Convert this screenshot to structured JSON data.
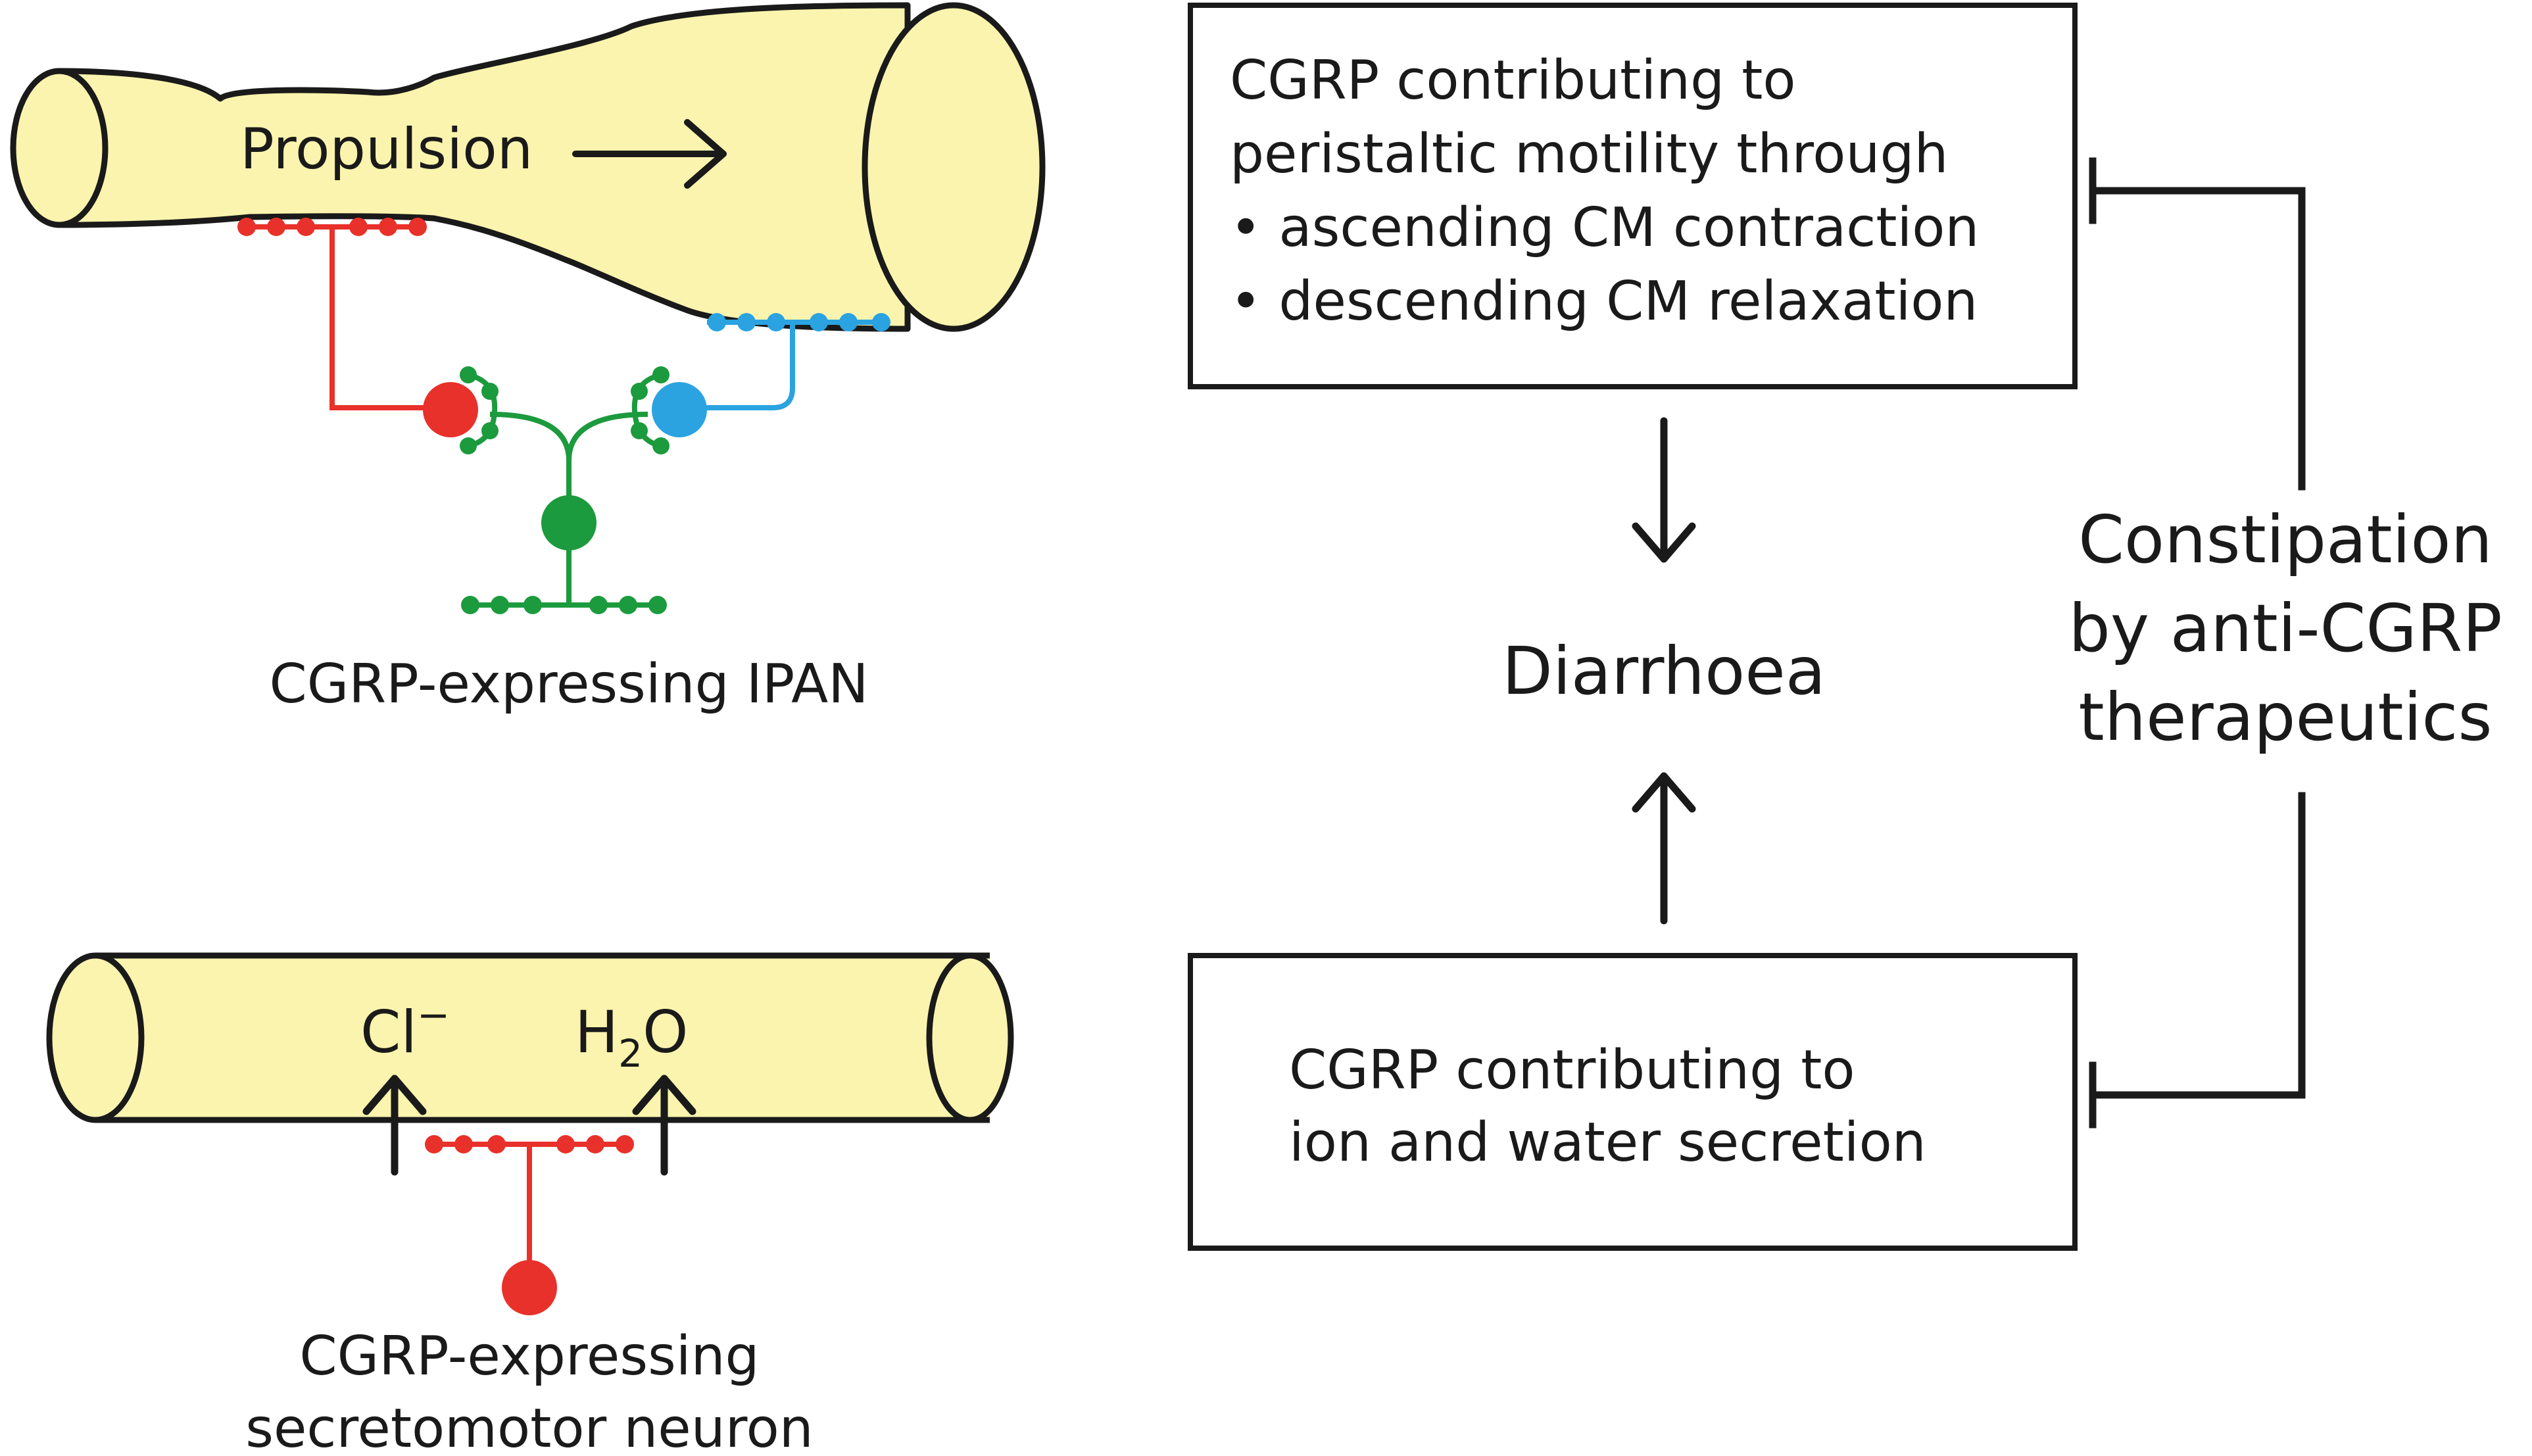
{
  "colors": {
    "tube_fill": "#fbf4ae",
    "outline": "#1a1a1a",
    "red_neuron": "#e8312a",
    "blue_neuron": "#2aa3e0",
    "green_neuron": "#1c9a3e"
  },
  "ipan_panel": {
    "propulsion_label": "Propulsion",
    "caption": "CGRP-expressing IPAN"
  },
  "secretion_panel": {
    "chloride_label": "Cl",
    "chloride_superscript": "−",
    "water_label_h": "H",
    "water_label_sub": "2",
    "water_label_o": "O",
    "caption_line1": "CGRP-expressing",
    "caption_line2": "secretomotor neuron"
  },
  "motility_box": {
    "line1": "CGRP contributing to",
    "line2": "peristaltic motility through",
    "bullet1": "• ascending CM contraction",
    "bullet2": "• descending CM relaxation"
  },
  "diarrhoea_label": "Diarrhoea",
  "secretion_box": {
    "line1": "CGRP contributing to",
    "line2": "ion and water secretion"
  },
  "constipation_label": {
    "line1": "Constipation",
    "line2": "by anti-CGRP",
    "line3": "therapeutics"
  }
}
